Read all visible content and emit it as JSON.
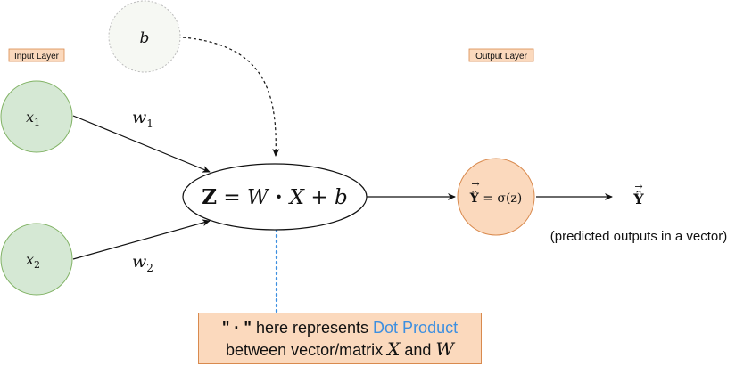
{
  "layers": {
    "input_label": "Input Layer",
    "output_label": "Output Layer"
  },
  "nodes": {
    "bias": "b",
    "x1_base": "x",
    "x1_sub": "1",
    "x2_base": "x",
    "x2_sub": "2"
  },
  "weights": {
    "w1_base": "w",
    "w1_sub": "1",
    "w2_base": "w",
    "w2_sub": "2"
  },
  "equation": {
    "lhs": "Z",
    "eq": " = ",
    "w": "W",
    "dot": " · ",
    "x": "X",
    "plus": " + ",
    "b": "b"
  },
  "output": {
    "lhs": "Ŷ",
    "rhs": " = σ(z)",
    "result": "Ŷ",
    "caption": "(predicted outputs in a vector)"
  },
  "note": {
    "open_quote": "\" · \"",
    "text1": " here represents ",
    "highlight": "Dot Product",
    "text2": "between vector/matrix ",
    "var_x": "X",
    "and": " and ",
    "var_w": "W"
  },
  "colors": {
    "input_node_fill": "#d5e8d4",
    "input_node_stroke": "#82b366",
    "bias_node_fill": "#f6f8f3",
    "output_node_fill": "#fbd9bd",
    "output_node_stroke": "#d98a4e",
    "label_fill": "#fbd9bd",
    "dotted_arrow": "#3d8fe0",
    "highlight_text": "#3d8fe0"
  }
}
